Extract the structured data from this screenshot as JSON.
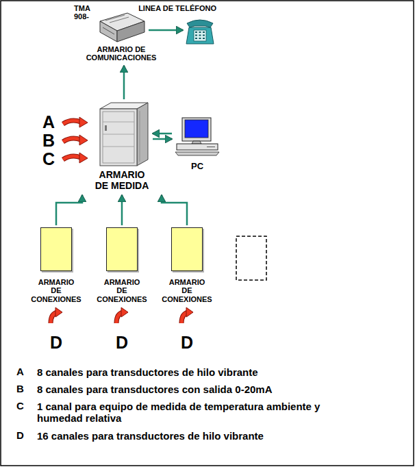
{
  "diagram": {
    "nodes": [
      {
        "text": [
          "TMA 908-",
          "ARMARIO DE COMUNICACIONES"
        ]
      },
      {
        "text": [
          "LINEA DE TELÉFONO"
        ]
      },
      {
        "text": [
          "ARMARIO DE MEDIDA"
        ]
      },
      {
        "text": [
          "PC"
        ]
      },
      {
        "text": [
          "ARMARIO DE CONEXIONES"
        ]
      },
      {
        "text": [
          "ARMARIO DE CONEXIONES"
        ]
      },
      {
        "text": [
          "ARMARIO DE CONEXIONES"
        ]
      }
    ],
    "edges": [
      {
        "from": 0,
        "to": 1,
        "arrow": "to"
      },
      {
        "from": 2,
        "to": 0,
        "arrow": "to"
      },
      {
        "from": 3,
        "to": 2,
        "arrow": "to"
      },
      {
        "from": 2,
        "to": 3,
        "arrow": "to"
      },
      {
        "from": 4,
        "to": 2,
        "arrow": "to"
      },
      {
        "from": 5,
        "to": 2,
        "arrow": "to"
      },
      {
        "from": 6,
        "to": 2,
        "arrow": "to"
      }
    ],
    "labels": [
      "A",
      "B",
      "C",
      "D",
      "D",
      "D",
      "A",
      "B",
      "C",
      "D"
    ],
    "legend": [
      {
        "text": "8 canales para transductores de hilo vibrante"
      },
      {
        "text": "8 canales para transductores con salida 0-20mA"
      },
      {
        "text": "1 canal para equipo de medida de temperatura ambiente y humedad relativa"
      },
      {
        "text": "16 canales para transductores de hilo vibrante"
      }
    ]
  }
}
